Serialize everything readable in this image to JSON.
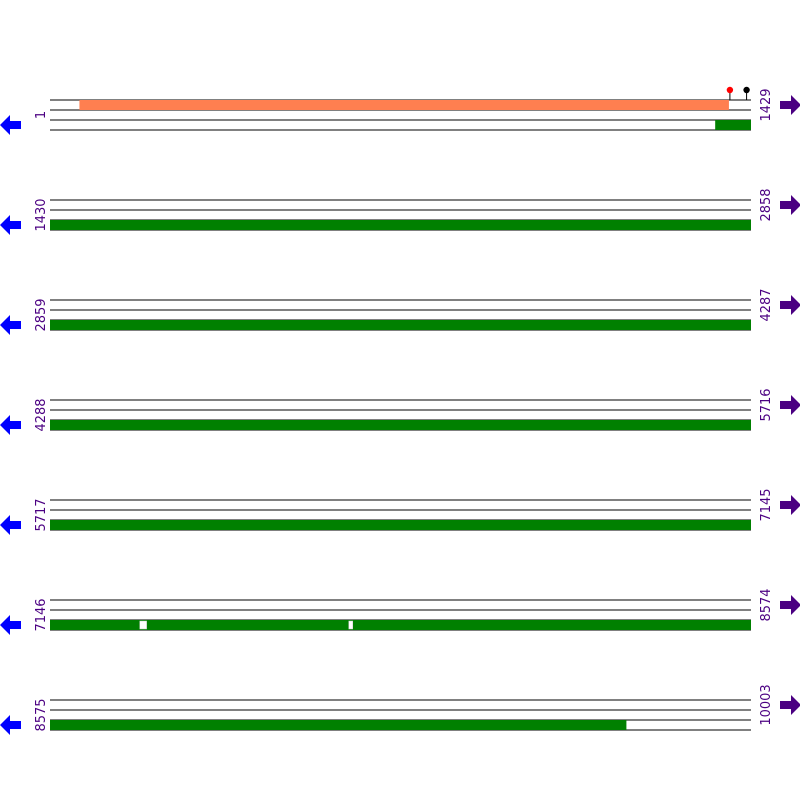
{
  "colors": {
    "track_line": "#000000",
    "forward_feature": "#ff7f50",
    "reverse_feature": "#008000",
    "left_arrow": "#0000ff",
    "right_arrow": "#4b0082",
    "coord_text": "#4b0082",
    "site_marker_red": "#ff0000",
    "site_marker_black": "#000000"
  },
  "sequence": {
    "total_length": 10003,
    "rows": [
      {
        "start_label": "1",
        "end_label": "1429",
        "start": 1,
        "end": 1429,
        "forward_features": [
          {
            "start": 61,
            "end": 1384
          }
        ],
        "reverse_features": [
          {
            "start": 1357,
            "end": 1429
          }
        ],
        "reverse_gaps": [],
        "markers": [
          {
            "position": 1387,
            "color": "site_marker_red"
          },
          {
            "position": 1421,
            "color": "site_marker_black"
          }
        ]
      },
      {
        "start_label": "1430",
        "end_label": "2858",
        "start": 1430,
        "end": 2858,
        "forward_features": [],
        "reverse_features": [
          {
            "start": 1430,
            "end": 2858
          }
        ],
        "reverse_gaps": [],
        "markers": []
      },
      {
        "start_label": "2859",
        "end_label": "4287",
        "start": 2859,
        "end": 4287,
        "forward_features": [],
        "reverse_features": [
          {
            "start": 2859,
            "end": 4287
          }
        ],
        "reverse_gaps": [],
        "markers": []
      },
      {
        "start_label": "4288",
        "end_label": "5716",
        "start": 4288,
        "end": 5716,
        "forward_features": [],
        "reverse_features": [
          {
            "start": 4288,
            "end": 5716
          }
        ],
        "reverse_gaps": [],
        "markers": []
      },
      {
        "start_label": "5717",
        "end_label": "7145",
        "start": 5717,
        "end": 7145,
        "forward_features": [],
        "reverse_features": [
          {
            "start": 5717,
            "end": 7145
          }
        ],
        "reverse_gaps": [],
        "markers": []
      },
      {
        "start_label": "7146",
        "end_label": "8574",
        "start": 7146,
        "end": 8574,
        "forward_features": [],
        "reverse_features": [
          {
            "start": 7146,
            "end": 8574
          }
        ],
        "reverse_gaps": [
          {
            "start": 7329,
            "end": 7342
          },
          {
            "start": 7755,
            "end": 7761
          }
        ],
        "markers": []
      },
      {
        "start_label": "8575",
        "end_label": "10003",
        "start": 8575,
        "end": 10003,
        "forward_features": [],
        "reverse_features": [
          {
            "start": 8575,
            "end": 9749
          }
        ],
        "reverse_gaps": [],
        "markers": []
      }
    ]
  }
}
